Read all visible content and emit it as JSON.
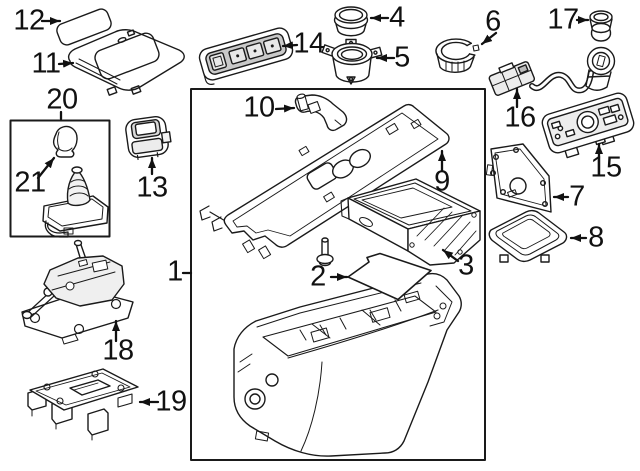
{
  "figure": {
    "kind": "exploded-parts-diagram",
    "colors": {
      "line": "#1a1a1a",
      "background": "#ffffff",
      "shading": "#e0e0e0"
    }
  },
  "callouts": {
    "1": "1",
    "2": "2",
    "3": "3",
    "4": "4",
    "5": "5",
    "6": "6",
    "7": "7",
    "8": "8",
    "9": "9",
    "10": "10",
    "11": "11",
    "12": "12",
    "13": "13",
    "14": "14",
    "15": "15",
    "16": "16",
    "17": "17",
    "18": "18",
    "19": "19",
    "20": "20",
    "21": "21"
  }
}
